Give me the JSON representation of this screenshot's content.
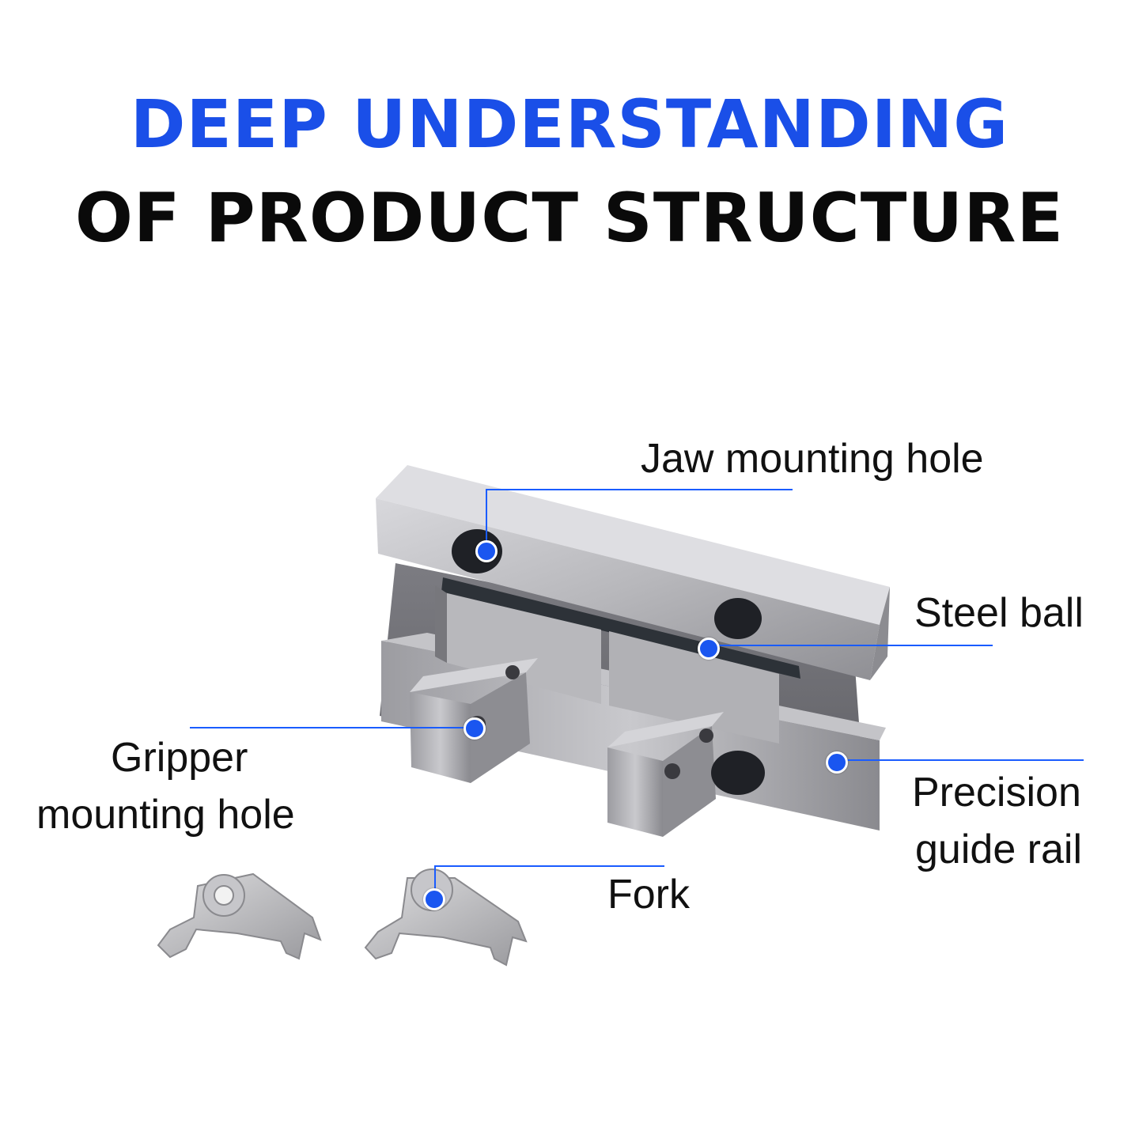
{
  "header": {
    "line1": "DEEP UNDERSTANDING",
    "line2": "OF PRODUCT STRUCTURE"
  },
  "colors": {
    "accent": "#1a4fe8",
    "heading": "#0a0a0a",
    "metal": "#a9a9ad"
  },
  "callouts": {
    "jaw_mounting_hole": "Jaw mounting hole",
    "steel_ball": "Steel ball",
    "gripper_mounting_hole_l1": "Gripper",
    "gripper_mounting_hole_l2": "mounting hole",
    "precision_guide_rail_l1": "Precision",
    "precision_guide_rail_l2": "guide rail",
    "fork": "Fork"
  }
}
